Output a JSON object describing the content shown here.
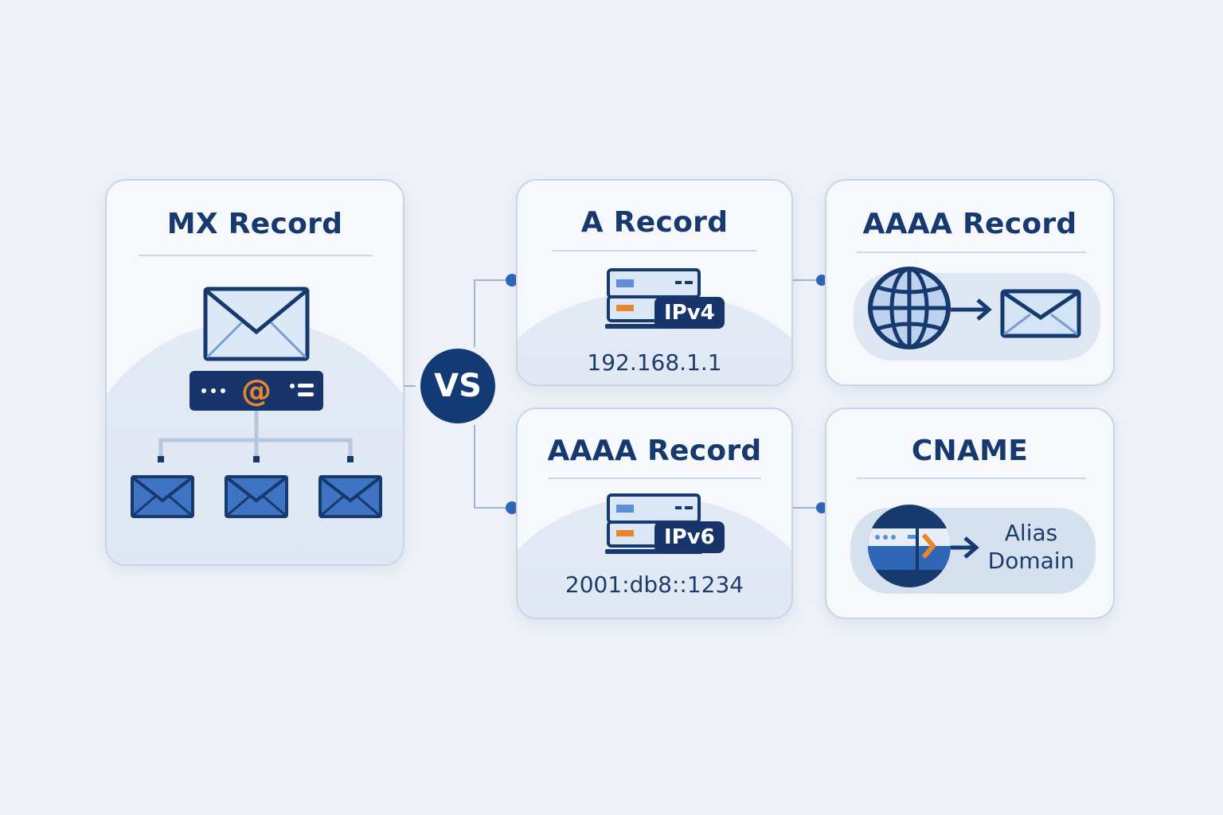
{
  "vs_label": "VS",
  "mx": {
    "title": "MX Record",
    "icon": "mail-server-icon"
  },
  "a_record": {
    "title": "A Record",
    "badge": "IPv4",
    "address": "192.168.1.1"
  },
  "aaaa_left": {
    "title": "AAAA Record",
    "badge": "IPv6",
    "address": "2001:db8::1234"
  },
  "aaaa_right": {
    "title": "AAAA Record"
  },
  "cname": {
    "title": "CNAME",
    "alias_line1": "Alias",
    "alias_line2": "Domain"
  },
  "colors": {
    "navy": "#163a6e",
    "blue": "#2f66b5",
    "light_blue": "#dbe7f7",
    "orange": "#e8862b",
    "line": "#9fb4d3"
  }
}
